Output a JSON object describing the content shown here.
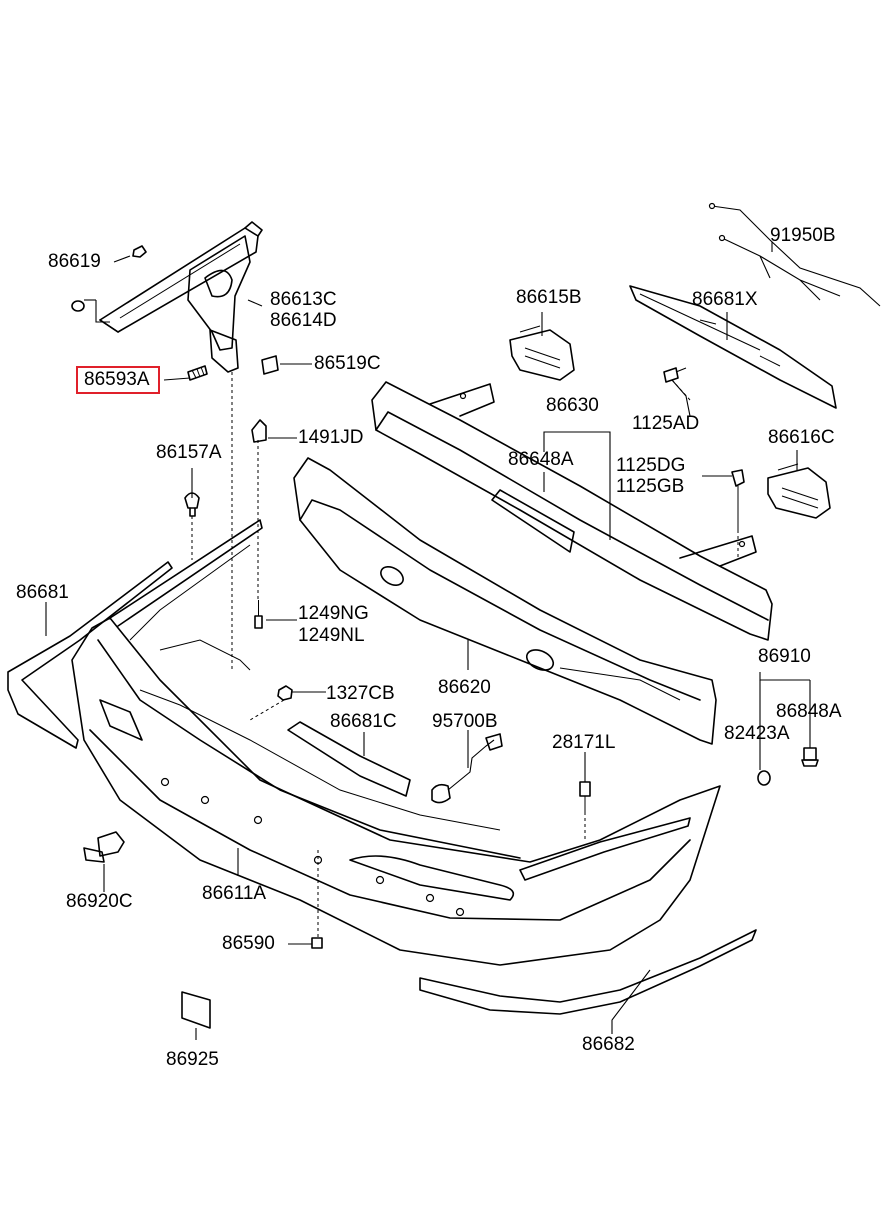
{
  "diagram": {
    "highlight_color": "#e0202a",
    "highlighted_part": "86593A",
    "labels": [
      "86619",
      "86613C",
      "86614D",
      "86593A",
      "86519C",
      "86615B",
      "91950B",
      "86681X",
      "1125AD",
      "86630",
      "86648A",
      "1491JD",
      "86157A",
      "1125DG",
      "1125GB",
      "86616C",
      "86681",
      "1249NG",
      "1249NL",
      "86910",
      "1327CB",
      "86620",
      "86848A",
      "86681C",
      "95700B",
      "82423A",
      "28171L",
      "86920C",
      "86611A",
      "86590",
      "86925",
      "86682"
    ]
  }
}
